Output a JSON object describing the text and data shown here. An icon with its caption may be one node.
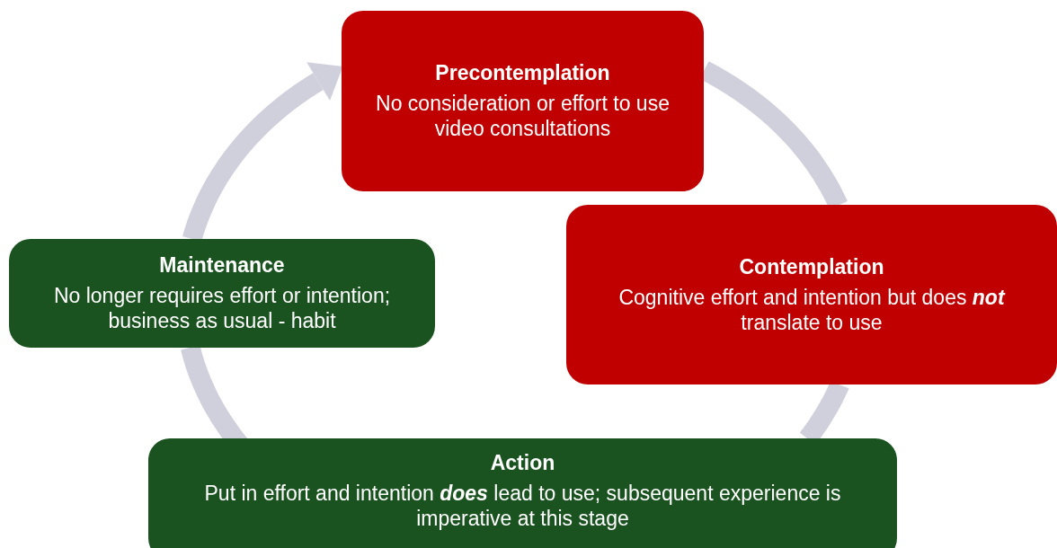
{
  "diagram": {
    "nodes": [
      {
        "text": [
          "Precontemplation",
          "No consideration or effort to use video consultations"
        ]
      },
      {
        "text": [
          "Contemplation",
          "Cognitive effort and intention but does **not** translate to use"
        ]
      },
      {
        "text": [
          "Action",
          "Put in effort and intention **does** lead to use; subsequent experience is imperative at this stage"
        ]
      },
      {
        "text": [
          "Maintenance",
          "No longer requires effort or intention; business as usual - habit"
        ]
      }
    ],
    "edges": [
      {
        "from": 0,
        "to": 1,
        "arrow": "none"
      },
      {
        "from": 1,
        "to": 2,
        "arrow": "none"
      },
      {
        "from": 2,
        "to": 3,
        "arrow": "none"
      },
      {
        "from": 3,
        "to": 0,
        "arrow": "to"
      }
    ]
  }
}
